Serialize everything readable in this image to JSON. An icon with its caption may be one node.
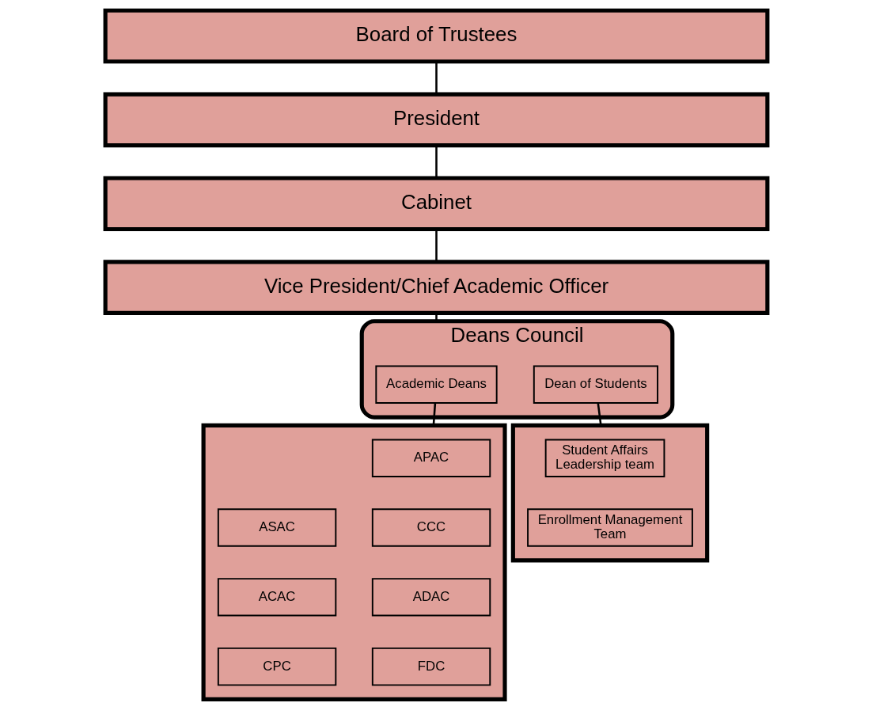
{
  "diagram": {
    "nodes": [
      {
        "text": [
          "Board of Trustees"
        ]
      },
      {
        "text": [
          "President"
        ]
      },
      {
        "text": [
          "Cabinet"
        ]
      },
      {
        "text": [
          "Vice President/Chief Academic Officer"
        ]
      },
      {
        "text": [
          "Deans Council"
        ]
      },
      {
        "text": [
          "Academic Deans"
        ],
        "in": 4
      },
      {
        "text": [
          "Dean of Students"
        ],
        "in": 4
      },
      {
        "text": [],
        "shape": "box"
      },
      {
        "text": [
          "APAC"
        ],
        "in": 7
      },
      {
        "text": [
          "ASAC"
        ],
        "in": 7
      },
      {
        "text": [
          "CCC"
        ],
        "in": 7
      },
      {
        "text": [
          "ACAC"
        ],
        "in": 7
      },
      {
        "text": [
          "ADAC"
        ],
        "in": 7
      },
      {
        "text": [
          "CPC"
        ],
        "in": 7
      },
      {
        "text": [
          "FDC"
        ],
        "in": 7
      },
      {
        "text": [],
        "shape": "box"
      },
      {
        "text": [
          "Student Affairs Leadership team"
        ],
        "in": 15
      },
      {
        "text": [
          "Enrollment Management Team"
        ],
        "in": 15
      }
    ],
    "edges": [
      {
        "from": 0,
        "to": 1,
        "arrow": "none"
      },
      {
        "from": 1,
        "to": 2,
        "arrow": "none"
      },
      {
        "from": 2,
        "to": 3,
        "arrow": "none"
      },
      {
        "from": 3,
        "to": 4,
        "arrow": "none"
      },
      {
        "from": 5,
        "to": 7,
        "arrow": "none"
      },
      {
        "from": 6,
        "to": 15,
        "arrow": "none"
      }
    ]
  }
}
